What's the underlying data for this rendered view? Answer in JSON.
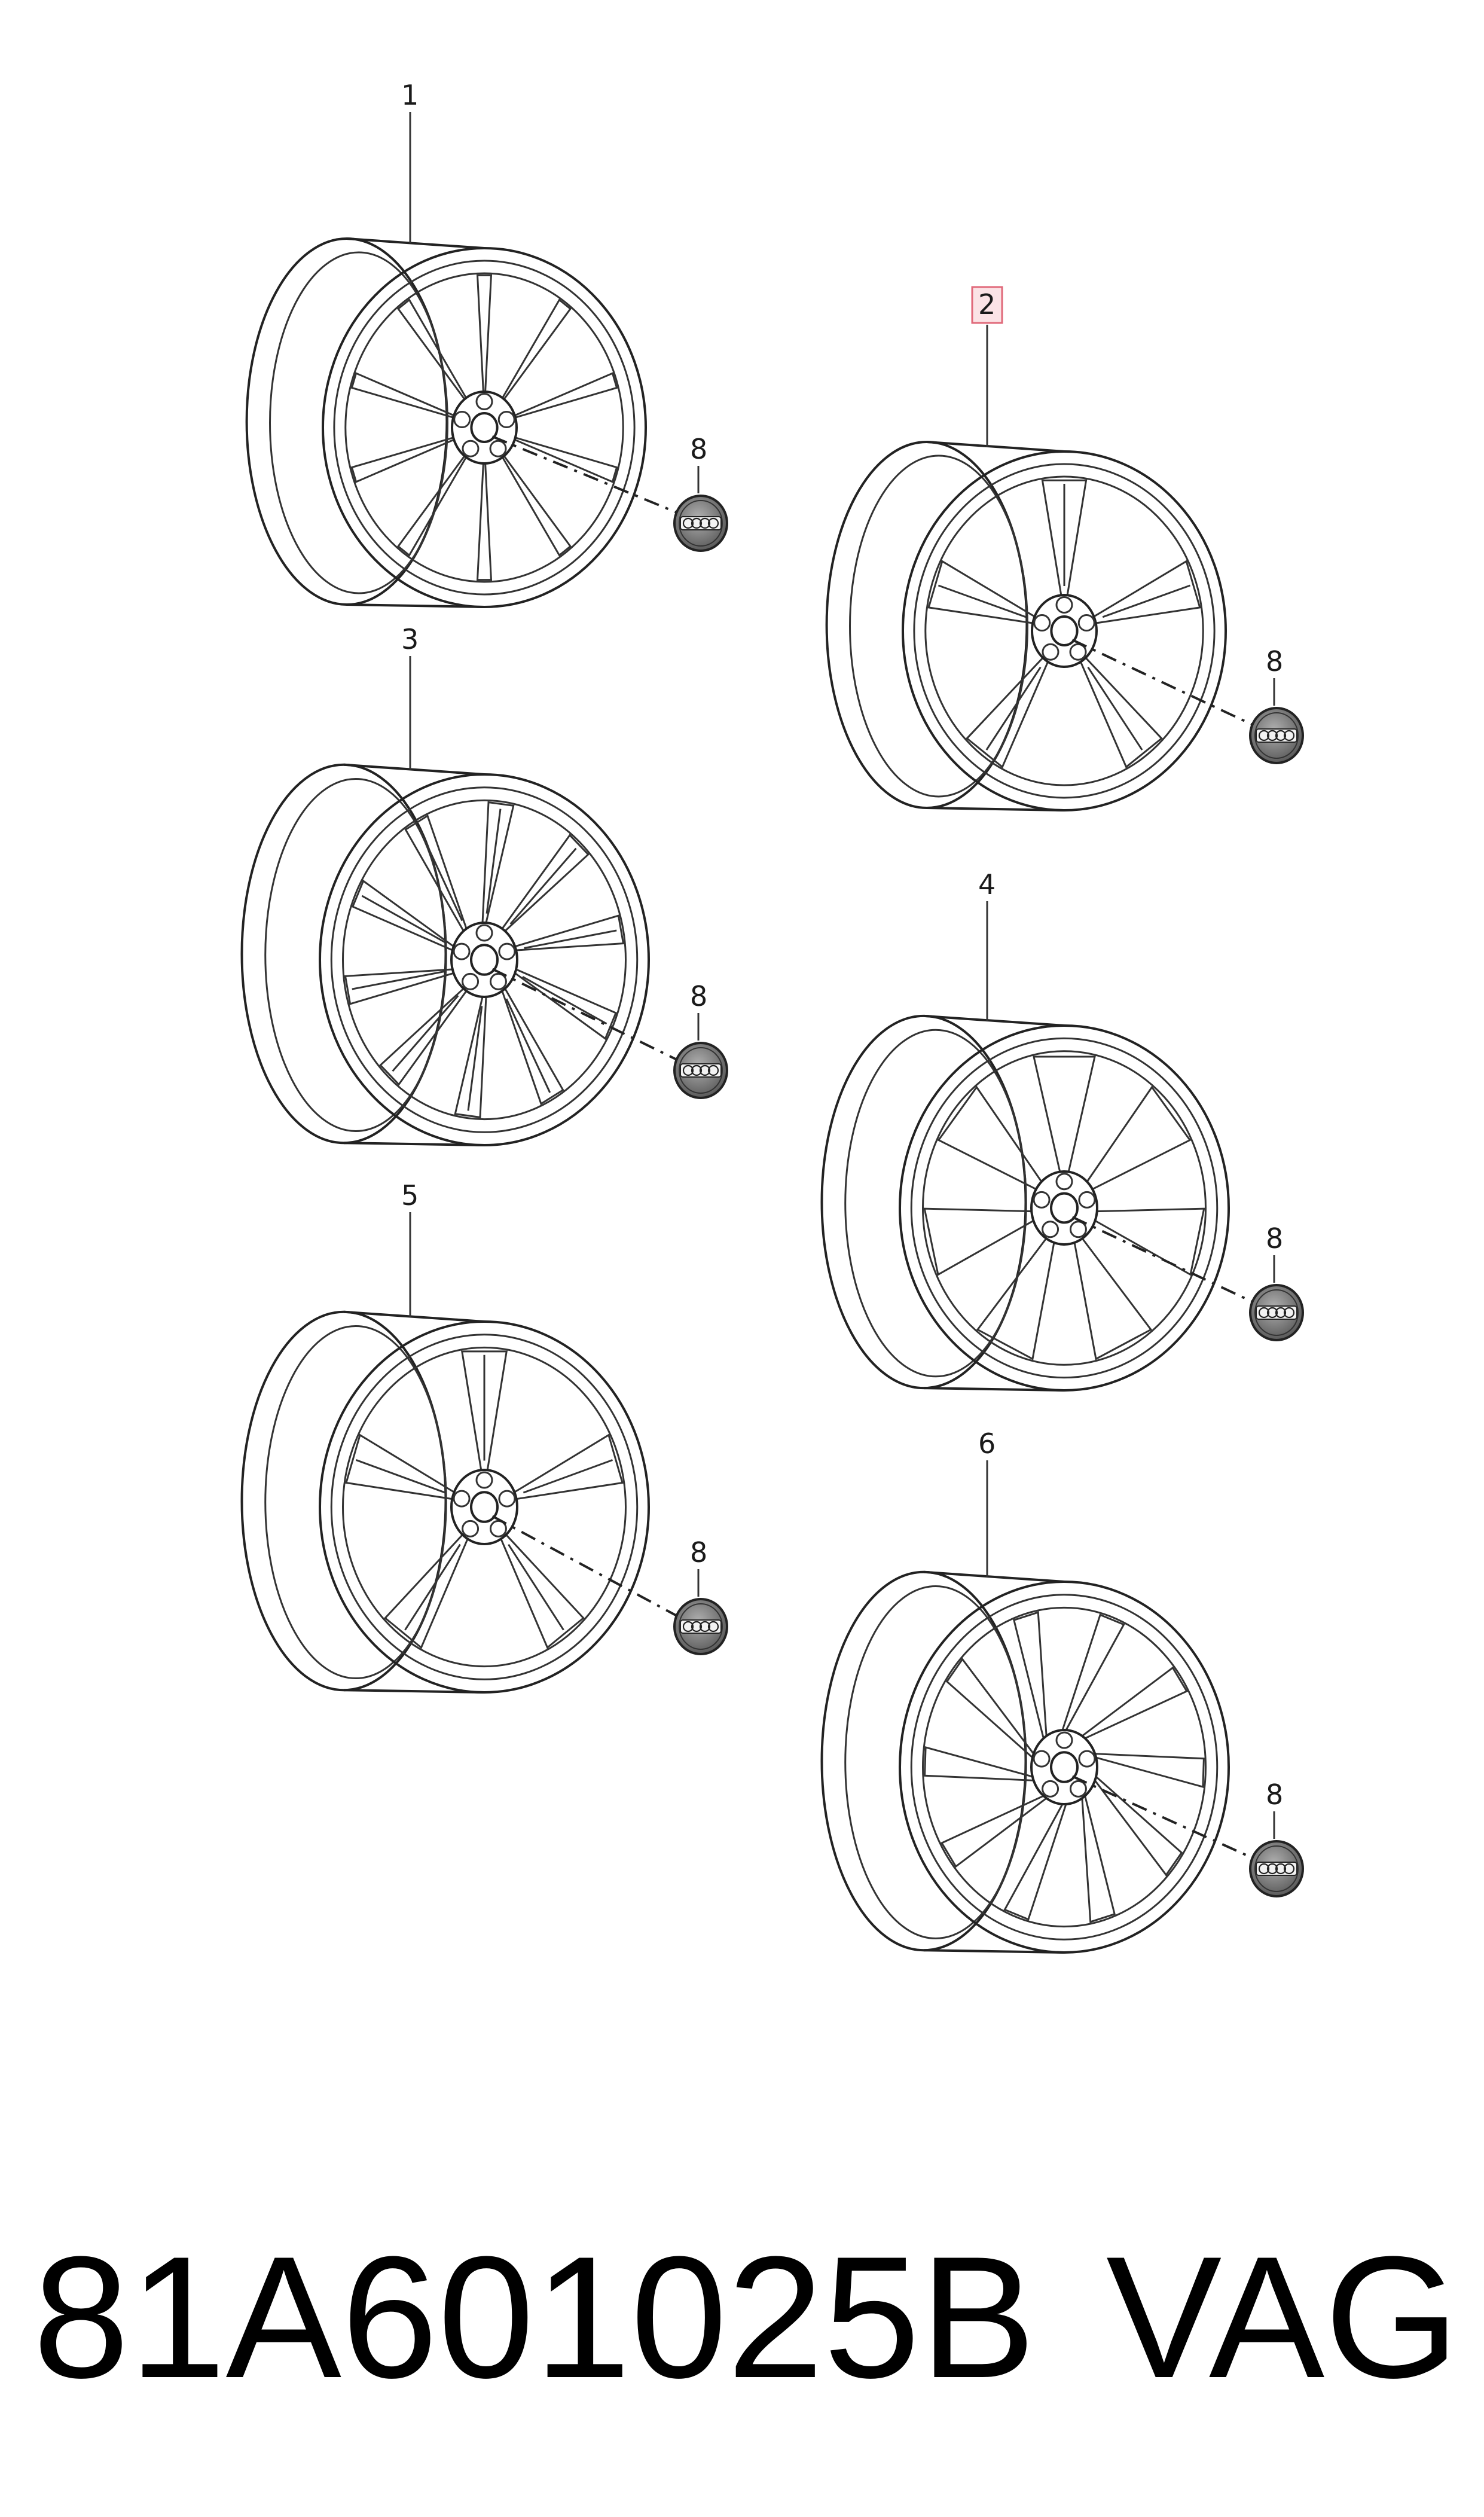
{
  "callouts": [
    {
      "id": "1",
      "label": "1",
      "highlighted": false
    },
    {
      "id": "2",
      "label": "2",
      "highlighted": true
    },
    {
      "id": "3",
      "label": "3",
      "highlighted": false
    },
    {
      "id": "4",
      "label": "4",
      "highlighted": false
    },
    {
      "id": "5",
      "label": "5",
      "highlighted": false
    },
    {
      "id": "6",
      "label": "6",
      "highlighted": false
    }
  ],
  "cap_label": "8",
  "part_number": "81A601025B",
  "brand": "VAG",
  "colors": {
    "line": "#222222",
    "highlight_fill": "#fbe3e6",
    "highlight_stroke": "#e0697a",
    "cap_fill": "#808080"
  }
}
